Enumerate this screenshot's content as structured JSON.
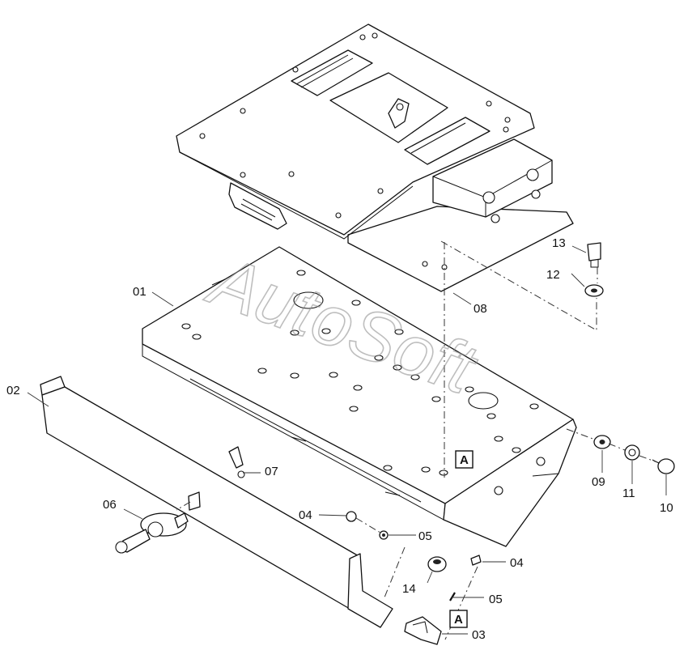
{
  "watermark": "AutoSoft",
  "callout_box": "A",
  "labels": {
    "p01": "01",
    "p02": "02",
    "p03": "03",
    "p04a": "04",
    "p04b": "04",
    "p05a": "05",
    "p05b": "05",
    "p06": "06",
    "p07": "07",
    "p08": "08",
    "p09": "09",
    "p10": "10",
    "p11": "11",
    "p12": "12",
    "p13": "13",
    "p14": "14"
  },
  "colors": {
    "line": "#111111",
    "watermark": "#8a8a8a",
    "background": "#ffffff"
  }
}
